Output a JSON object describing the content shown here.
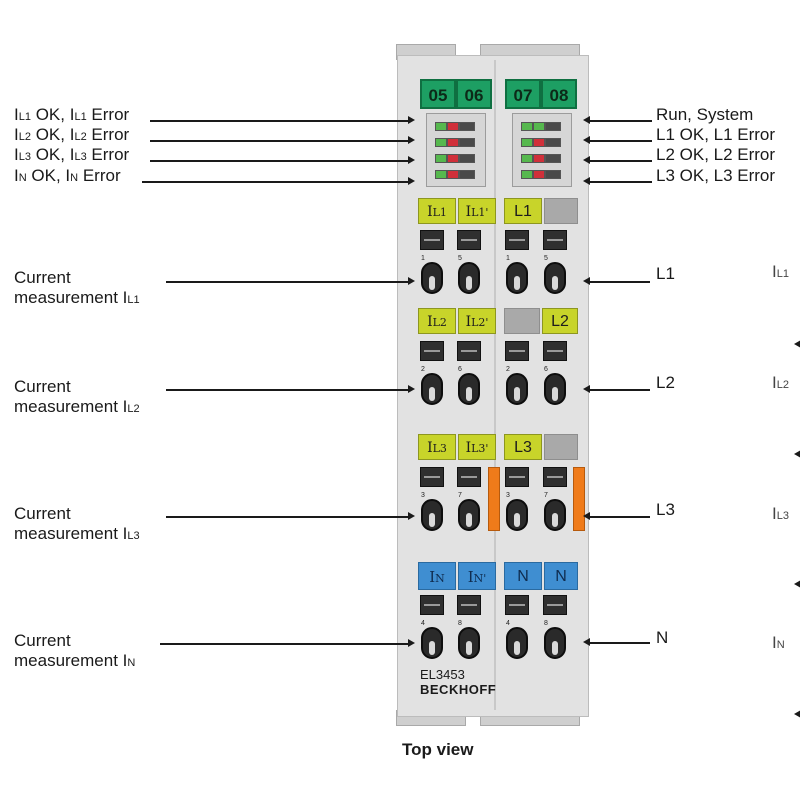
{
  "module": {
    "model": "EL3453",
    "brand": "BECKHOFF",
    "led_numbers": [
      "05",
      "06",
      "07",
      "08"
    ],
    "terminal_row_labels": [
      {
        "a_main": "I",
        "a_sub": "L1",
        "b_main": "I",
        "b_sub": "L1'",
        "c": "L1",
        "d": ""
      },
      {
        "a_main": "I",
        "a_sub": "L2",
        "b_main": "I",
        "b_sub": "L2'",
        "c": "",
        "d": "L2"
      },
      {
        "a_main": "I",
        "a_sub": "L3",
        "b_main": "I",
        "b_sub": "L3'",
        "c": "L3",
        "d": ""
      },
      {
        "a_main": "I",
        "a_sub": "N",
        "b_main": "I",
        "b_sub": "N'",
        "c": "N",
        "d": "N"
      }
    ],
    "pins": [
      [
        "1",
        "5",
        "1",
        "5"
      ],
      [
        "2",
        "6",
        "2",
        "6"
      ],
      [
        "3",
        "7",
        "3",
        "7"
      ],
      [
        "4",
        "8",
        "4",
        "8"
      ]
    ]
  },
  "left_labels": {
    "led": [
      {
        "a": "I",
        "as": "L1",
        "b": " OK, I",
        "bs": "L1",
        "c": " Error"
      },
      {
        "a": "I",
        "as": "L2",
        "b": " OK, I",
        "bs": "L2",
        "c": " Error"
      },
      {
        "a": "I",
        "as": "L3",
        "b": " OK, I",
        "bs": "L3",
        "c": " Error"
      },
      {
        "a": "I",
        "as": "N",
        "b": " OK, I",
        "bs": "N",
        "c": " Error"
      }
    ],
    "current": [
      {
        "line1": "Current",
        "line2": "measurement I",
        "sub": "L1"
      },
      {
        "line1": "Current",
        "line2": "measurement I",
        "sub": "L2"
      },
      {
        "line1": "Current",
        "line2": "measurement I",
        "sub": "L3"
      },
      {
        "line1": "Current",
        "line2": "measurement I",
        "sub": "N"
      }
    ]
  },
  "right_labels": {
    "led": [
      "Run, System",
      "L1 OK, L1 Error",
      "L2 OK, L2 Error",
      "L3 OK, L3 Error"
    ],
    "phases": [
      "L1",
      "L2",
      "L3",
      "N"
    ]
  },
  "far_right": [
    {
      "main": "I",
      "sub": "L1"
    },
    {
      "main": "I",
      "sub": "L2"
    },
    {
      "main": "I",
      "sub": "L3"
    },
    {
      "main": "I",
      "sub": "N"
    }
  ],
  "caption": "Top view",
  "colors": {
    "led_green": "#56b84e",
    "led_red": "#d0303a",
    "label_yellow": "#c8d42a",
    "label_blue": "#3f8ed1",
    "number_green": "#1d9f63",
    "orange": "#ef7b1a"
  }
}
